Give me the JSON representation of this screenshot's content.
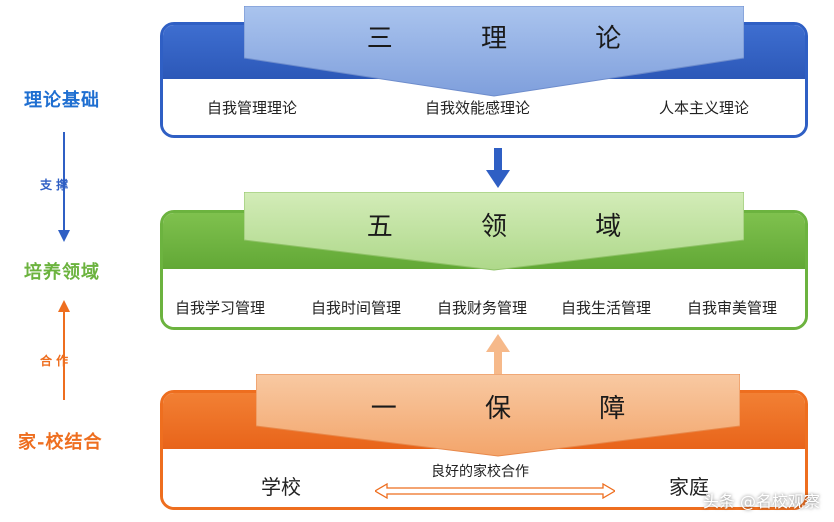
{
  "side_labels": {
    "theory_basis": "理论基础",
    "support": "支 撑",
    "cultivation_domain": "培养领域",
    "cooperation": "合 作",
    "home_school": "家-校结合"
  },
  "top_section": {
    "title": "三 理 论",
    "items": [
      "自我管理理论",
      "自我效能感理论",
      "人本主义理论"
    ]
  },
  "middle_section": {
    "title": "五 领 域",
    "items": [
      "自我学习管理",
      "自我时间管理",
      "自我财务管理",
      "自我生活管理",
      "自我审美管理"
    ]
  },
  "bottom_section": {
    "title": "一 保 障",
    "left": "学校",
    "center": "良好的家校合作",
    "right": "家庭"
  },
  "watermark": "头条 @名校观察",
  "colors": {
    "blue": "#2f5fc4",
    "blue_light": "#9cb7e6",
    "green": "#6cb33f",
    "green_light": "#c4e1a8",
    "orange": "#ee6e1f",
    "orange_light": "#f6b98a"
  }
}
